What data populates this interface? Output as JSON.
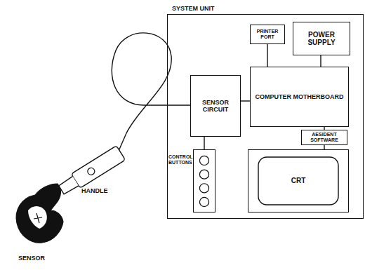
{
  "diagram": {
    "nodes": [
      {
        "text": [
          "SYSTEM UNIT"
        ]
      },
      {
        "text": [
          "PRINTER PORT"
        ],
        "in": 0
      },
      {
        "text": [
          "POWER SUPPLY"
        ],
        "in": 0
      },
      {
        "text": [
          "SENSOR CIRCUIT"
        ],
        "in": 0
      },
      {
        "text": [
          "COMPUTER MOTHERBOARD"
        ],
        "in": 0
      },
      {
        "text": [
          "AESIDENT SOFTWARE"
        ],
        "in": 0
      },
      {
        "text": [
          "CONTROL BUTTONS"
        ],
        "in": 0
      },
      {
        "text": [
          "CRT"
        ],
        "in": 0
      }
    ],
    "edges": [
      {
        "from": 1,
        "to": 4,
        "arrow": "none"
      },
      {
        "from": 2,
        "to": 4,
        "arrow": "none"
      },
      {
        "from": 3,
        "to": 4,
        "arrow": "none"
      },
      {
        "from": 3,
        "to": 6,
        "arrow": "none"
      },
      {
        "from": 4,
        "to": 5,
        "arrow": "none"
      },
      {
        "from": 5,
        "to": 7,
        "arrow": "none"
      }
    ],
    "labels": [
      "HANDLE",
      "SENSOR"
    ]
  }
}
